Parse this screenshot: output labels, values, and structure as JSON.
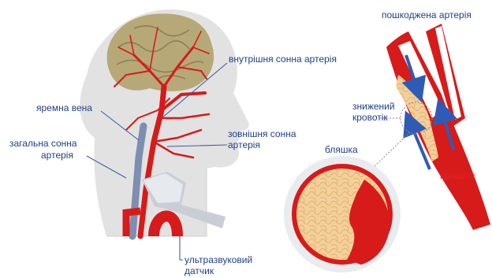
{
  "labels": {
    "internal_carotid": "внутрішня сонна артерія",
    "jugular_vein": "яремна вена",
    "common_carotid_1": "загальна сонна",
    "common_carotid_2": "артерія",
    "external_carotid_1": "зовнішня сонна",
    "external_carotid_2": "артерія",
    "ultrasound_1": "ультразвуковий",
    "ultrasound_2": "датчик",
    "damaged_artery": "пошкоджена артерія",
    "reduced_flow_1": "знижений",
    "reduced_flow_2": "кровотік",
    "plaque": "бляшка",
    "blood_flow": "кровотік"
  },
  "colors": {
    "label_text": "#1f3f87",
    "artery_red": "#d71a1a",
    "vein_blue": "#7d8fb0",
    "brain": "#b7a878",
    "head_skin": "#e4e4e4",
    "plaque": "#f0c98c",
    "leader_line": "#3a5fa7"
  }
}
